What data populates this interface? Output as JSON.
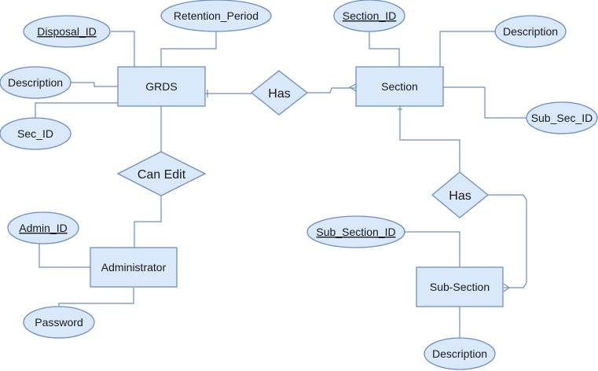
{
  "entities": {
    "grds": "GRDS",
    "section": "Section",
    "administrator": "Administrator",
    "sub_section": "Sub-Section"
  },
  "relationships": {
    "grds_section": "Has",
    "grds_admin": "Can Edit",
    "section_subsection": "Has"
  },
  "attributes": {
    "disposal_id": "Disposal_ID",
    "retention_period": "Retention_Period",
    "grds_description": "Description",
    "sec_id": "Sec_ID",
    "section_id": "Section_ID",
    "section_description": "Description",
    "sub_sec_id": "Sub_Sec_ID",
    "admin_id": "Admin_ID",
    "password": "Password",
    "sub_section_id": "Sub_Section_ID",
    "subsection_description": "Description"
  },
  "colors": {
    "fill": "#dae8fc",
    "stroke": "#6c8ebf"
  }
}
